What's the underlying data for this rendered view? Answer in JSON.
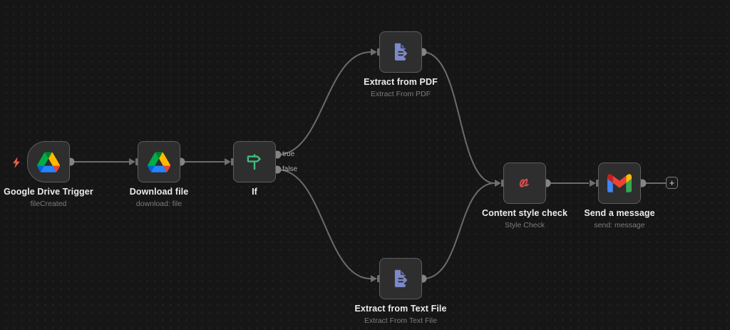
{
  "app": "n8n-workflow-canvas",
  "nodes": [
    {
      "title": "Google Drive Trigger",
      "subtitle": "fileCreated",
      "icon": "google-drive",
      "kind": "trigger"
    },
    {
      "title": "Download file",
      "subtitle": "download: file",
      "icon": "google-drive",
      "kind": "action"
    },
    {
      "title": "If",
      "subtitle": "",
      "icon": "if-signpost",
      "kind": "branch",
      "outputs": [
        "true",
        "false"
      ]
    },
    {
      "title": "Extract from PDF",
      "subtitle": "Extract From PDF",
      "icon": "file-extract",
      "kind": "action"
    },
    {
      "title": "Extract from Text File",
      "subtitle": "Extract From Text File",
      "icon": "file-extract",
      "kind": "action"
    },
    {
      "title": "Content style check",
      "subtitle": "Style Check",
      "icon": "red-scribble",
      "kind": "action"
    },
    {
      "title": "Send a message",
      "subtitle": "send: message",
      "icon": "gmail",
      "kind": "action"
    }
  ],
  "connections": [
    {
      "from": "Google Drive Trigger",
      "to": "Download file"
    },
    {
      "from": "Download file",
      "to": "If"
    },
    {
      "from": "If",
      "branch": "true",
      "to": "Extract from PDF"
    },
    {
      "from": "If",
      "branch": "false",
      "to": "Extract from Text File"
    },
    {
      "from": "Extract from PDF",
      "to": "Content style check"
    },
    {
      "from": "Extract from Text File",
      "to": "Content style check"
    },
    {
      "from": "Content style check",
      "to": "Send a message"
    }
  ],
  "labels": {
    "add": "+"
  },
  "colors": {
    "background": "#161616",
    "node_fill": "#2e2e2e",
    "node_border": "#5d5d5d",
    "wire": "#6b6b6b",
    "title_text": "#ececec",
    "subtitle_text": "#7c7c7c",
    "trigger_bolt": "#e9604a",
    "if_icon_green": "#3fbf7f",
    "extract_icon_blue": "#7d89c8",
    "scribble_red": "#d94f4f"
  }
}
